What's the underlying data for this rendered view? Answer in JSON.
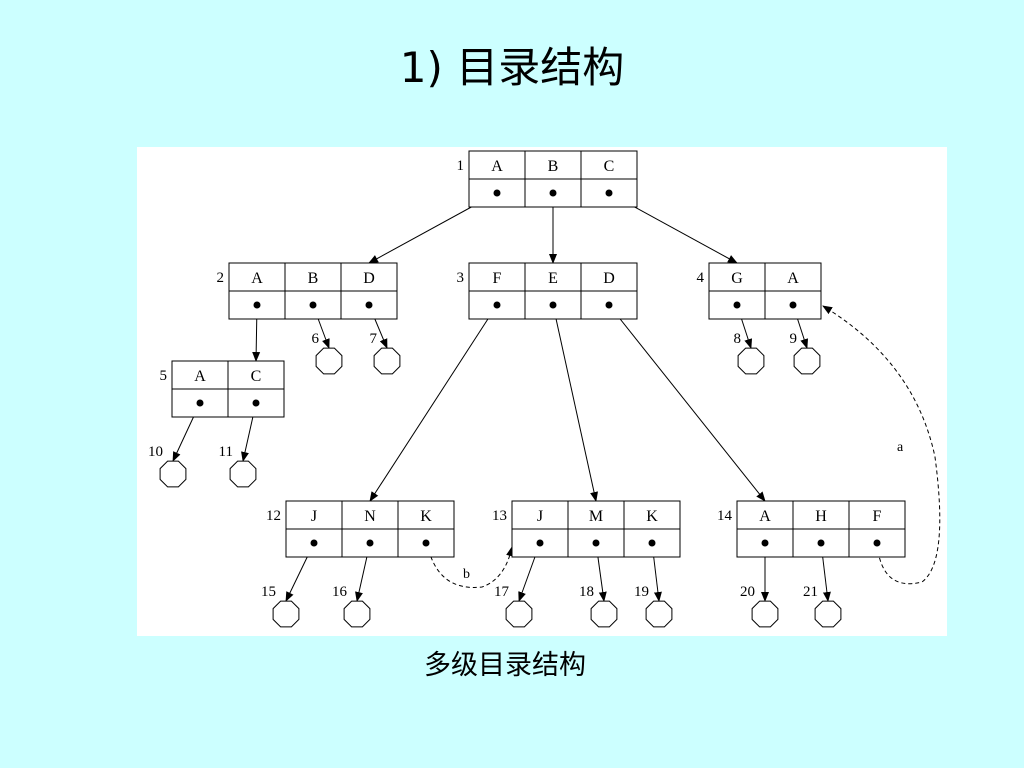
{
  "title": "1) 目录结构",
  "caption": "多级目录结构",
  "colors": {
    "background": "#ccffff",
    "panel": "#ffffff",
    "ink": "#000000"
  },
  "directories": [
    {
      "id": "1",
      "entries": [
        "A",
        "B",
        "C"
      ]
    },
    {
      "id": "2",
      "entries": [
        "A",
        "B",
        "D"
      ]
    },
    {
      "id": "3",
      "entries": [
        "F",
        "E",
        "D"
      ]
    },
    {
      "id": "4",
      "entries": [
        "G",
        "A"
      ]
    },
    {
      "id": "5",
      "entries": [
        "A",
        "C"
      ]
    },
    {
      "id": "12",
      "entries": [
        "J",
        "N",
        "K"
      ]
    },
    {
      "id": "13",
      "entries": [
        "J",
        "M",
        "K"
      ]
    },
    {
      "id": "14",
      "entries": [
        "A",
        "H",
        "F"
      ]
    }
  ],
  "files": [
    "6",
    "7",
    "8",
    "9",
    "10",
    "11",
    "15",
    "16",
    "17",
    "18",
    "19",
    "20",
    "21"
  ],
  "links": [
    {
      "label": "a"
    },
    {
      "label": "b"
    }
  ]
}
